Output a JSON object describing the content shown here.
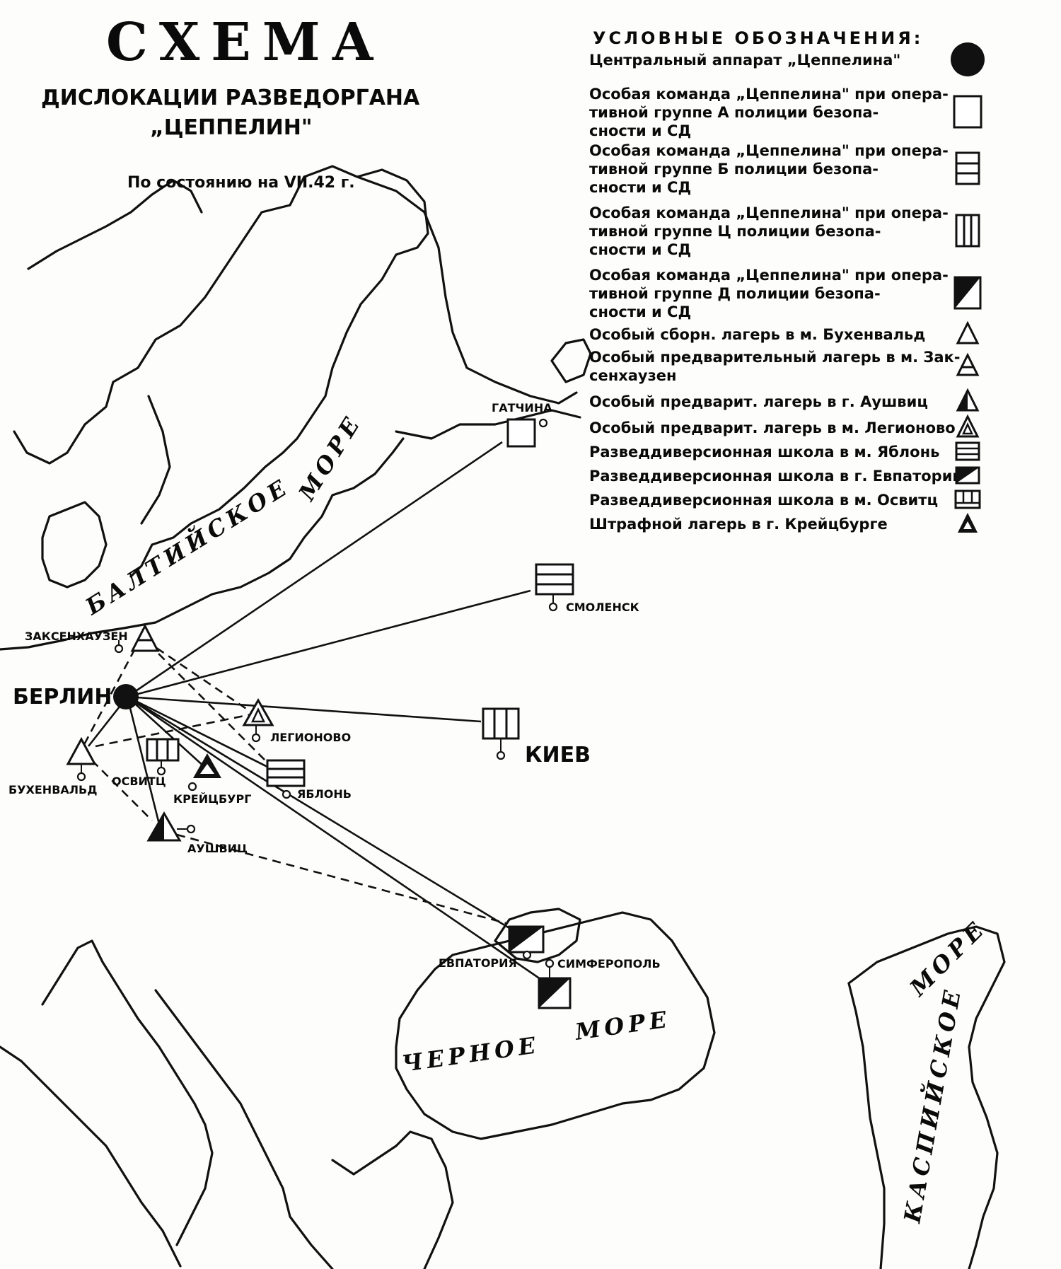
{
  "title": "СХЕМА",
  "subtitle_line1": "ДИСЛОКАЦИИ РАЗВЕДОРГАНА",
  "subtitle_line2": "„ЦЕППЕЛИН\"",
  "date_line": "По состоянию на VII.42 г.",
  "legend": {
    "heading": "УСЛОВНЫЕ ОБОЗНАЧЕНИЯ:",
    "items": [
      {
        "lines": [
          "Центральный аппарат „Цеппелина\""
        ],
        "icon": "filled-circle-icon"
      },
      {
        "lines": [
          "Особая команда „Цеппелина\" при опера-",
          "тивной группе   А   полиции безопа-",
          "сности и  СД"
        ],
        "icon": "empty-square-icon"
      },
      {
        "lines": [
          "Особая команда „Цеппелина\" при опера-",
          "тивной группе   Б   полиции безопа-",
          "сности и  СД"
        ],
        "icon": "horizontal-lines-square-icon"
      },
      {
        "lines": [
          "Особая команда „Цеппелина\" при опера-",
          "тивной группе   Ц   полиции безопа-",
          "сности и  СД"
        ],
        "icon": "vertical-lines-square-icon"
      },
      {
        "lines": [
          "Особая команда „Цеппелина\" при опера-",
          "тивной группе   Д   полиции безопа-",
          "сности и  СД"
        ],
        "icon": "half-filled-square-icon"
      },
      {
        "lines": [
          "Особый сборн. лагерь в м. Бухенвальд"
        ],
        "icon": "empty-triangle-icon"
      },
      {
        "lines": [
          "Особый предварительный лагерь в м. Зак-",
          "сенхаузен"
        ],
        "icon": "barred-triangle-icon"
      },
      {
        "lines": [
          "Особый предварит. лагерь в г. Аушвиц"
        ],
        "icon": "half-filled-triangle-icon"
      },
      {
        "lines": [
          "Особый предварит. лагерь в м. Легионово"
        ],
        "icon": "inner-triangle-icon"
      },
      {
        "lines": [
          "Разведдиверсионная школа в м. Яблонь"
        ],
        "icon": "striped-rectangle-icon"
      },
      {
        "lines": [
          "Разведдиверсионная школа в г. Евпатории"
        ],
        "icon": "half-filled-rectangle-icon"
      },
      {
        "lines": [
          "Разведдиверсионная школа в м. Освитц"
        ],
        "icon": "comb-rectangle-icon"
      },
      {
        "lines": [
          "Штрафной лагерь в г. Крейцбурге"
        ],
        "icon": "thick-triangle-icon"
      }
    ]
  },
  "seas": {
    "baltic_1": "БАЛТИЙСКОЕ",
    "baltic_2": "МОРЕ",
    "black_1": "ЧЕРНОЕ",
    "black_2": "МОРЕ",
    "caspian_1": "КАСПИЙСКОЕ",
    "caspian_2": "МОРЕ"
  },
  "places": {
    "berlin": "БЕРЛИН",
    "sachsenhausen": "ЗАКСЕНХАУЗЕН",
    "buchenwald": "БУХЕНВАЛЬД",
    "oswitz": "ОСВИТЦ",
    "kreuzburg": "КРЕЙЦБУРГ",
    "auschwitz": "АУШВИЦ",
    "legionowo": "ЛЕГИОНОВО",
    "jablon": "ЯБЛОНЬ",
    "gatchina": "ГАТЧИНА",
    "smolensk": "СМОЛЕНСК",
    "kiev": "КИЕВ",
    "evpatoria": "ЕВПАТОРИЯ",
    "simferopol": "СИМФЕРОПОЛЬ"
  },
  "colors": {
    "ink": "#0a0a0a",
    "paper": "#fdfdfb"
  }
}
